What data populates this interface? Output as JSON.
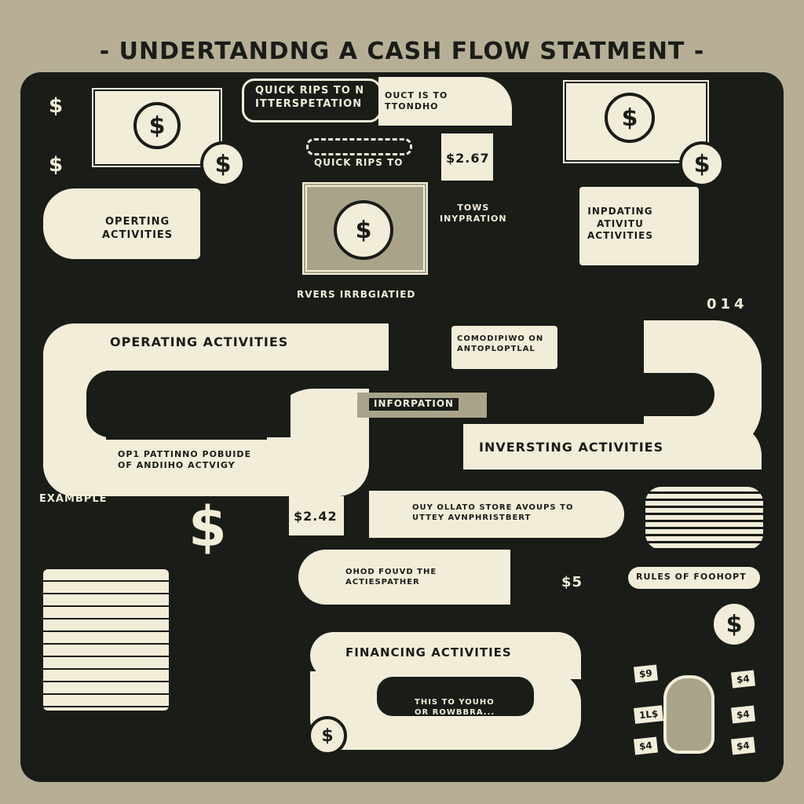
{
  "title": "- UNDERTANDNG A CASH FLOW STATMENT -",
  "callouts": {
    "quick_tips_box": "QUICK RIPS TO N\nITTERSPETATION",
    "quick_tips_side": "OUCT IS TO\nTTONDHO",
    "quick_tips_small": "QUICK RIPS TO",
    "price_1": "$2.67",
    "tows_info": "TOWS\nINYPRATION",
    "rvers": "RVERS IRRBGIATIED",
    "operting_box": "OPERTING\nACTIVITIES",
    "inpdating_box": "INPDATING\nATIVITU\nACTIVITIES",
    "number_014": "014",
    "operating_activities": "OPERATING ACTIVITIES",
    "comodipiwo": "COMODIPIWO ON\nANTOPLOPTLAL",
    "information": "INFORPATION",
    "opi_pattinno": "OP1 PATTINNO POBUIDE\nOF ANDIIHO ACTVIGY",
    "inversting_activities": "INVERSTING ACTIVITIES",
    "example": "EXAMBPLE",
    "price_2": "$2.42",
    "ouy_ollato": "OUY OLLATO STORE AVOUPS TO\nUTTEY AVNPHRISTBERT",
    "ohod": "OHOD FOUVD THE\nACTIESPATHER",
    "price_3": "$5",
    "rules": "RULES OF FOOHOPT",
    "financing_activities": "FINANCING ACTIVITIES",
    "this_to": "THIS TO YOUHO\nOR ROWBBRA...",
    "tags": [
      "$9",
      "$4",
      "$4",
      "$4",
      "1L$",
      "$4"
    ],
    "dollar": "$"
  },
  "colors": {
    "background": "#b6af95",
    "panel": "#1a1c18",
    "cream": "#f2edd9",
    "khaki": "#a9a38a"
  }
}
